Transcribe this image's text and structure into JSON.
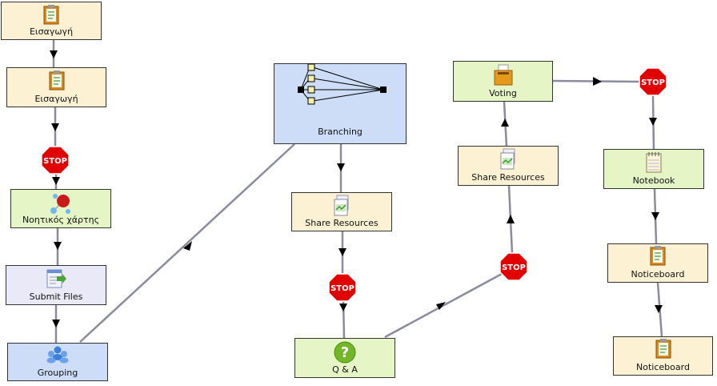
{
  "colors": {
    "info_fill": "#fdf1d4",
    "collab_fill": "#e5f5c6",
    "assess_fill": "#e9e9f7",
    "group_fill": "#cddcf7",
    "connector": "#8a8aa0",
    "stop_red": "#e00000"
  },
  "stop_label": "STOP",
  "nodes": [
    {
      "id": "n1",
      "label": "Εισαγωγή",
      "icon": "noticeboard-icon"
    },
    {
      "id": "n2",
      "label": "Εισαγωγή",
      "icon": "noticeboard-icon"
    },
    {
      "id": "n3",
      "label": "Νοητικός χάρτης",
      "icon": "mindmap-icon"
    },
    {
      "id": "n4",
      "label": "Submit Files",
      "icon": "submit-files-icon"
    },
    {
      "id": "n5",
      "label": "Grouping",
      "icon": "grouping-icon"
    },
    {
      "id": "n6",
      "label": "Branching",
      "icon": "branching-icon"
    },
    {
      "id": "n7",
      "label": "Share Resources",
      "icon": "share-resources-icon"
    },
    {
      "id": "n8",
      "label": "Q & A",
      "icon": "question-icon"
    },
    {
      "id": "n9",
      "label": "Share Resources",
      "icon": "share-resources-icon"
    },
    {
      "id": "n10",
      "label": "Voting",
      "icon": "voting-icon"
    },
    {
      "id": "n11",
      "label": "Notebook",
      "icon": "notebook-icon"
    },
    {
      "id": "n12",
      "label": "Noticeboard",
      "icon": "noticeboard-icon"
    },
    {
      "id": "n13",
      "label": "Noticeboard",
      "icon": "noticeboard-icon"
    }
  ]
}
